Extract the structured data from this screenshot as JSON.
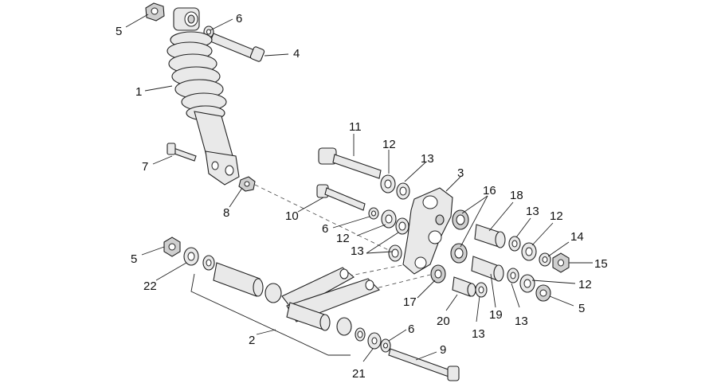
{
  "diagram": {
    "labels": {
      "shock_absorber": "1",
      "linkage_kit": "2",
      "rocker_plate": "3",
      "upper_bolt": "4",
      "upper_nut": "5",
      "upper_washer": "6",
      "lower_bolt": "7",
      "lower_nut": "8",
      "long_bolt": "9",
      "mid_bolt": "10",
      "top_bolt": "11",
      "washer_a": "12",
      "spacer_ring_a": "13",
      "washer_c": "14",
      "right_nut": "15",
      "bushing_pair": "16",
      "bearing_17": "17",
      "sleeve_18": "18",
      "sleeve_19": "19",
      "bushing_20": "20",
      "washer_21": "21",
      "bushing_22": "22",
      "left_nut": "5",
      "right_flange_nut": "5",
      "washer_mid_6": "6",
      "washer_right_6": "6",
      "washer_12_b": "12",
      "washer_12_c": "12",
      "washer_12_d": "12",
      "ring_13_b": "13",
      "ring_13_c": "13",
      "ring_13_d": "13",
      "ring_13_e": "13",
      "ring_13_f": "13"
    }
  }
}
